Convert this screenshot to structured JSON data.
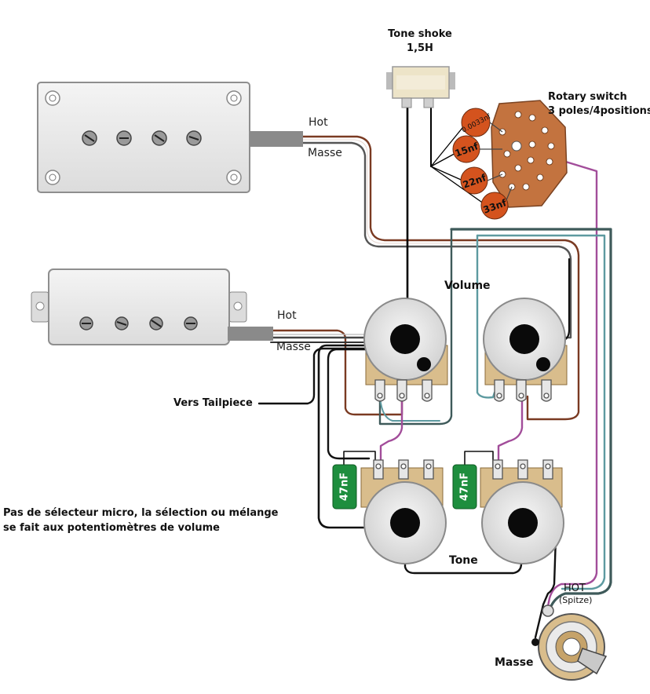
{
  "labels": {
    "tone_choke_line1": "Tone shoke",
    "tone_choke_line2": "1,5H",
    "rotary_line1": "Rotary switch",
    "rotary_line2": "3 poles/4positions",
    "neck_hot": "Hot",
    "neck_ground": "Masse",
    "bridge_hot": "Hot",
    "bridge_ground": "Masse",
    "volume": "Volume",
    "tone": "Tone",
    "tailpiece": "Vers Tailpiece",
    "note_line1": "Pas de sélecteur micro, la sélection ou mélange",
    "note_line2": "se fait aux potentiomètres de volume",
    "jack_hot": "HOT",
    "jack_tip": "(Spitze)",
    "jack_ground": "Masse"
  },
  "capacitors": {
    "rotary_caps": [
      "0.0033nf",
      "15nf",
      "22nf",
      "33nf"
    ],
    "tone_cap_left": "47nF",
    "tone_cap_right": "47nF"
  },
  "colors": {
    "hot_wire": "#7a3a22",
    "ground_wire": "#555555",
    "signal_wire": "#111111",
    "purple_wire": "#a24d9a",
    "teal_wire": "#5d9aa0",
    "dark_teal_wire": "#3e5a5a",
    "pot_body": "#e6e6e6",
    "pot_lug": "#d9bd8c",
    "cap_green": "#1e8e3e",
    "rotary_wafer": "#c3733f"
  }
}
